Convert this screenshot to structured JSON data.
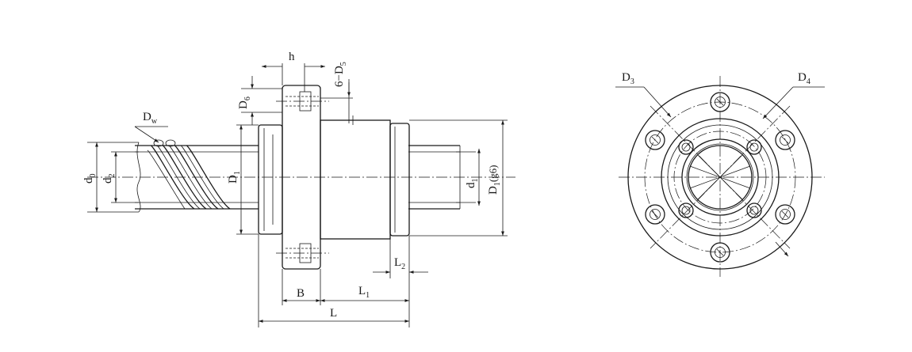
{
  "side_view": {
    "labels": {
      "h": "h",
      "six_d5": "6−D",
      "six_d5_sub": "5",
      "d6": "D",
      "d6_sub": "6",
      "dw": "D",
      "dw_sub": "w",
      "d0": "d",
      "d0_sub": "0",
      "d2": "d",
      "d2_sub": "2",
      "d1_big": "D",
      "d1_big_sub": "1",
      "d1_small": "d",
      "d1_small_sub": "1",
      "d1g6": "D",
      "d1g6_sub": "1",
      "d1g6_suffix": "(g6)",
      "l2": "L",
      "l2_sub": "2",
      "b": "B",
      "l1": "L",
      "l1_sub": "1",
      "l": "L"
    }
  },
  "front_view": {
    "labels": {
      "d3": "D",
      "d3_sub": "3",
      "d4": "D",
      "d4_sub": "4"
    }
  }
}
